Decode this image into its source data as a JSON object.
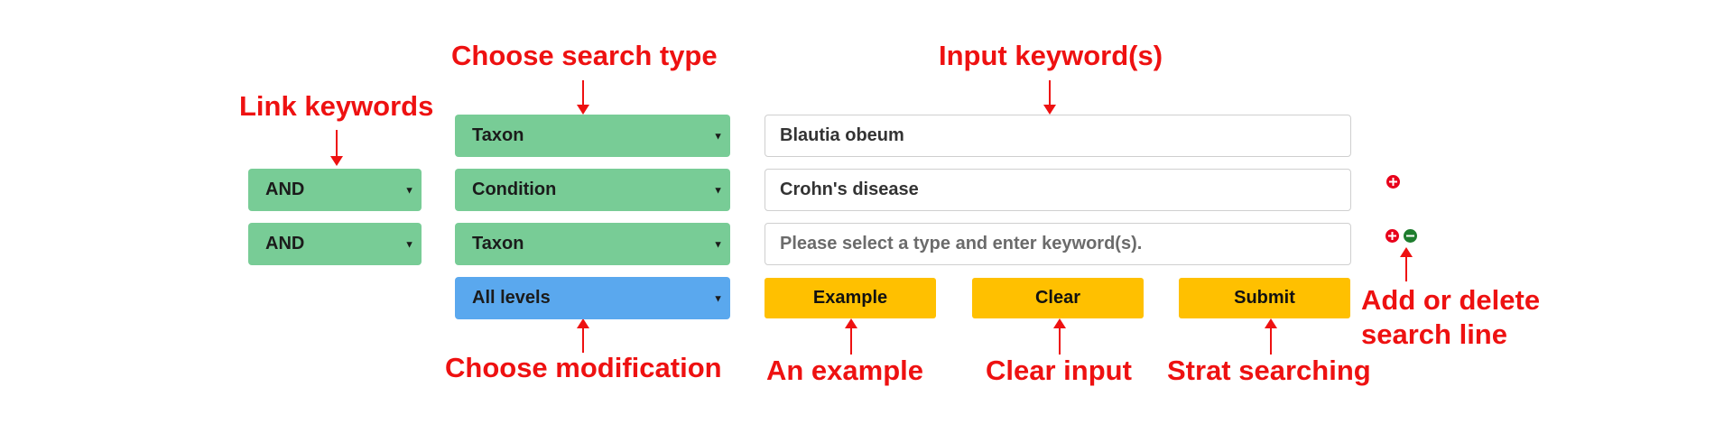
{
  "annotations": {
    "link_keywords": "Link keywords",
    "choose_search_type": "Choose search type",
    "input_keywords": "Input keyword(s)",
    "choose_modification": "Choose modification",
    "an_example": "An example",
    "clear_input": "Clear input",
    "start_searching": "Strat searching",
    "add_delete_line1": "Add or delete",
    "add_delete_line2": "search line"
  },
  "rows": [
    {
      "type": "Taxon",
      "keyword": "Blautia obeum"
    },
    {
      "link": "AND",
      "type": "Condition",
      "keyword": "Crohn's disease"
    },
    {
      "link": "AND",
      "type": "Taxon",
      "keyword": "",
      "placeholder": "Please select a type and enter keyword(s)."
    }
  ],
  "modification": "All levels",
  "buttons": {
    "example": "Example",
    "clear": "Clear",
    "submit": "Submit"
  },
  "colors": {
    "select_green": "#78cc96",
    "select_blue": "#5aa8ee",
    "button_yellow": "#ffc000",
    "annotation_red": "#ee1111",
    "add_icon": "#e8001b",
    "delete_icon": "#1e7d2e"
  },
  "icons": {
    "add": "plus-circle-icon",
    "delete": "minus-circle-icon",
    "dropdown": "caret-down-icon"
  }
}
